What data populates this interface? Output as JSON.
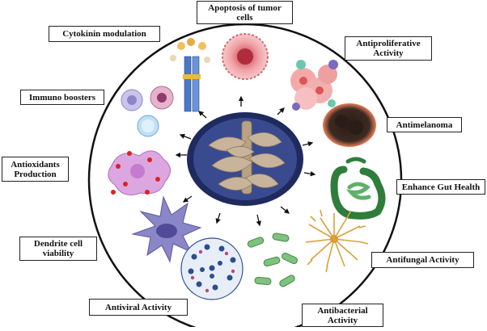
{
  "labels": {
    "apoptosis": "Apoptosis of tumor\ncells",
    "cytokinin": "Cytokinin modulation",
    "antiproliferative": "Antiproliferative\nActivity",
    "immuno": "Immuno boosters",
    "antimelanoma": "Antimelanoma",
    "antioxidants": "Antioxidants\nProduction",
    "gut": "Enhance Gut Health",
    "dendrite": "Dendrite cell\nviability",
    "antifungal": "Antifungal Activity",
    "antiviral": "Antiviral Activity",
    "antibacterial": "Antibacterial\nActivity"
  },
  "colors": {
    "outline": "#111111",
    "center_ring": "#1f2a5e",
    "center_fill": "#3a4a8f",
    "mushroom": "#c7b49a",
    "tumor": "#e98a8e",
    "melanoma": "#3a2a22",
    "gut": "#2f7d3a",
    "fungal": "#d9a23c",
    "virus": "#2a4f8f",
    "bacteria": "#5aa15a",
    "dendrite": "#8a86c8",
    "antioxidant": "#c98bd0"
  },
  "icons": [
    "mushroom-icon",
    "cytokine-receptor-icon",
    "tumor-cell-icon",
    "cancer-cluster-icon",
    "immune-cells-icon",
    "melanoma-icon",
    "antioxidant-cell-icon",
    "gut-icon",
    "dendritic-cell-icon",
    "fungus-icon",
    "virus-icon",
    "bacteria-icon"
  ]
}
